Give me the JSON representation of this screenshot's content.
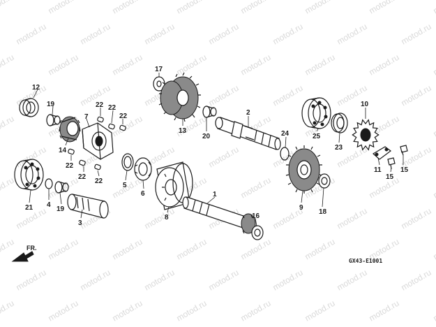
{
  "watermark": "motod.ru",
  "diagram_code": "GX43-E1001",
  "direction_label": "FR.",
  "callouts": {
    "c1": "1",
    "c2": "2",
    "c3": "3",
    "c4": "4",
    "c5": "5",
    "c6": "6",
    "c7": "7",
    "c8": "8",
    "c9": "9",
    "c10": "10",
    "c11": "11",
    "c12": "12",
    "c13": "13",
    "c14": "14",
    "c15a": "15",
    "c15b": "15",
    "c16": "16",
    "c17": "17",
    "c18": "18",
    "c19a": "19",
    "c19b": "19",
    "c20": "20",
    "c21": "21",
    "c22a": "22",
    "c22b": "22",
    "c22c": "22",
    "c22d": "22",
    "c22e": "22",
    "c22f": "22",
    "c23": "23",
    "c24": "24",
    "c25": "25"
  }
}
